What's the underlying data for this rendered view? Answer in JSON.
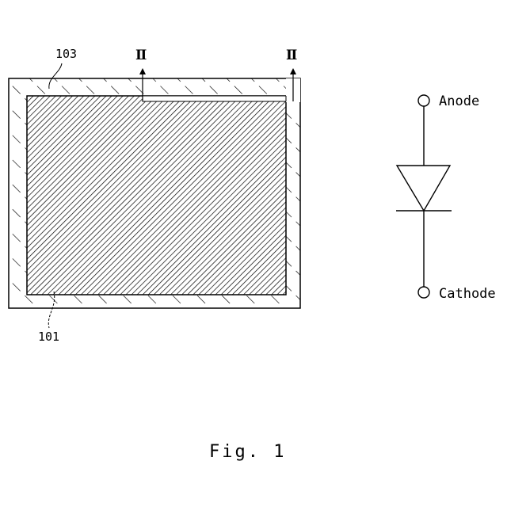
{
  "figure": {
    "caption": "Fig. 1",
    "ref_outer": "103",
    "ref_inner": "101",
    "section_left": "Ⅱ",
    "section_right": "Ⅱ",
    "anode_label": "Anode",
    "cathode_label": "Cathode"
  },
  "colors": {
    "line": "#000000",
    "background": "#ffffff"
  }
}
